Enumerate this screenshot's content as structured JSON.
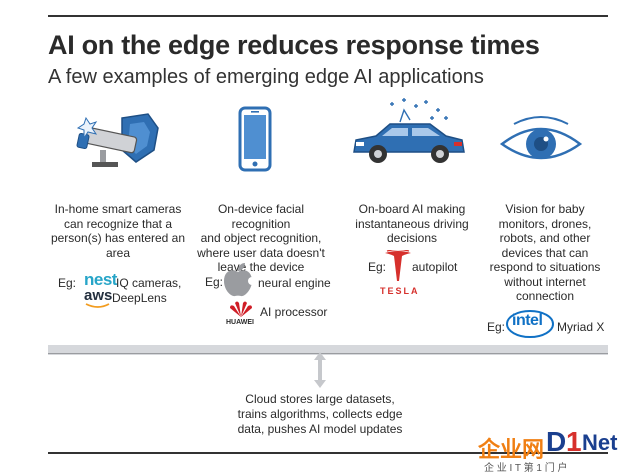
{
  "title": "AI on the edge reduces response times",
  "subtitle": "A few examples of emerging edge AI applications",
  "columns": [
    {
      "icon": "security-camera-icon",
      "lines": [
        "In-home smart cameras",
        "can recognize that a",
        "person(s) has entered an",
        "area"
      ],
      "eg": "Eg:",
      "brands": [
        {
          "logo": "nest",
          "label": "IQ cameras,"
        },
        {
          "logo": "aws",
          "label": "DeepLens"
        }
      ]
    },
    {
      "icon": "smartphone-icon",
      "lines": [
        "On-device facial recognition",
        "and object recognition,",
        "where user data doesn't",
        "leave the device"
      ],
      "eg": "Eg:",
      "brands": [
        {
          "logo": "apple-logo-icon",
          "label": "neural engine"
        },
        {
          "logo": "HUAWEI",
          "label": "AI processor"
        }
      ]
    },
    {
      "icon": "connected-car-icon",
      "lines": [
        "On-board AI making",
        "instantaneous driving",
        "decisions"
      ],
      "eg": "Eg:",
      "brands": [
        {
          "logo": "tesla-logo-icon",
          "label": "autopilot"
        },
        {
          "logo": "TESLA",
          "label": ""
        }
      ]
    },
    {
      "icon": "eye-icon",
      "lines": [
        "Vision for baby",
        "monitors, drones,",
        "robots, and other",
        "devices that can",
        "respond to situations",
        "without internet",
        "connection"
      ],
      "eg": "Eg:",
      "brands": [
        {
          "logo": "intel",
          "label": "Myriad X"
        }
      ]
    }
  ],
  "cloud": {
    "lines": [
      "Cloud stores large datasets,",
      "trains algorithms, collects edge",
      "data, pushes AI model updates"
    ]
  },
  "watermark": {
    "brand_cn": "企业网",
    "brand_d": "D",
    "brand_1": "1",
    "brand_net": "Net",
    "tagline": "企 业 I T 第 1 门 户"
  },
  "colors": {
    "accent_blue": "#2f6fb3",
    "dark": "#2a2a2a",
    "tesla_red": "#d6302c",
    "huawei_red": "#cf1d26",
    "nest_teal": "#27a5c8",
    "aws_orange": "#f29c1f",
    "intel_blue": "#1071c5",
    "watermark_orange": "#f07f13"
  }
}
